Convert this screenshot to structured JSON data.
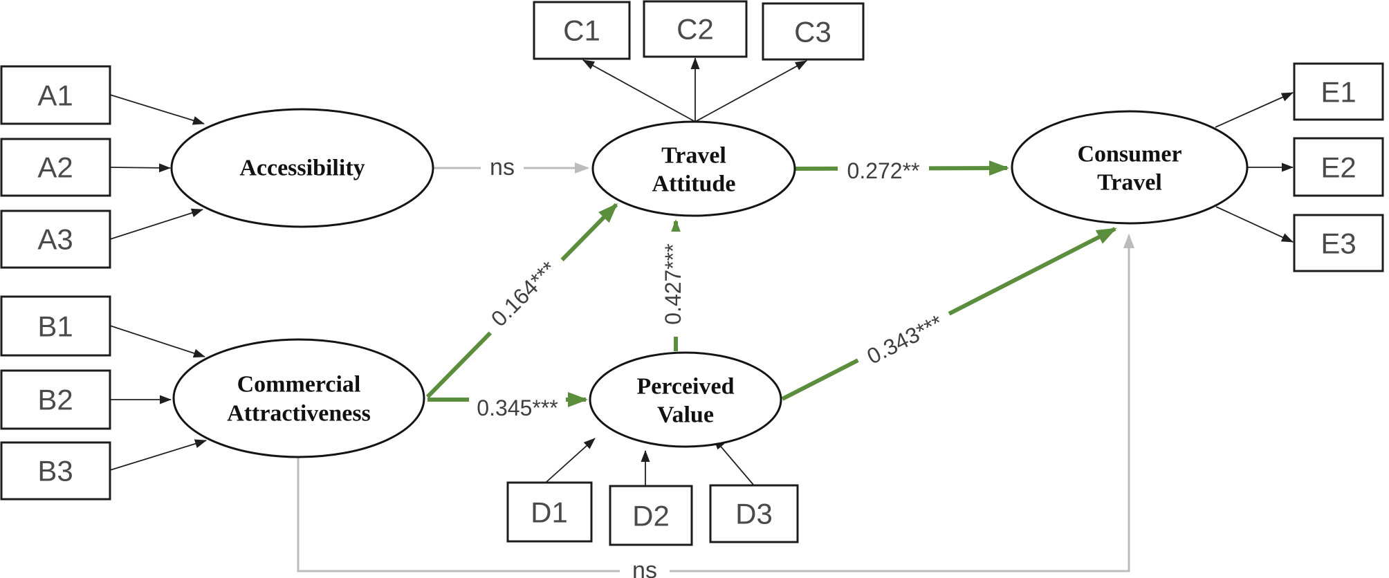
{
  "diagram": {
    "type": "structural-equation-model-path-diagram",
    "colors": {
      "significant_path": "#5a8e3c",
      "nonsignificant_path": "#bcbcbc",
      "node_border": "#1c1c1c",
      "indicator_text": "#4a4a4a",
      "path_label_text": "#3f3f3f"
    },
    "latent": {
      "accessibility": {
        "label": "Accessibility"
      },
      "commercial": {
        "line1": "Commercial",
        "line2": "Attractiveness"
      },
      "travel_attitude": {
        "line1": "Travel",
        "line2": "Attitude"
      },
      "perceived_value": {
        "line1": "Perceived",
        "line2": "Value"
      },
      "consumer_travel": {
        "line1": "Consumer",
        "line2": "Travel"
      }
    },
    "indicators": {
      "a1": "A1",
      "a2": "A2",
      "a3": "A3",
      "b1": "B1",
      "b2": "B2",
      "b3": "B3",
      "c1": "C1",
      "c2": "C2",
      "c3": "C3",
      "d1": "D1",
      "d2": "D2",
      "d3": "D3",
      "e1": "E1",
      "e2": "E2",
      "e3": "E3"
    },
    "paths": {
      "accessibility_to_attitude": "ns",
      "commercial_to_attitude": "0.164***",
      "commercial_to_value": "0.345***",
      "value_to_attitude": "0.427***",
      "attitude_to_consumer": "0.272**",
      "value_to_consumer": "0.343***",
      "commercial_to_consumer": "ns"
    }
  }
}
